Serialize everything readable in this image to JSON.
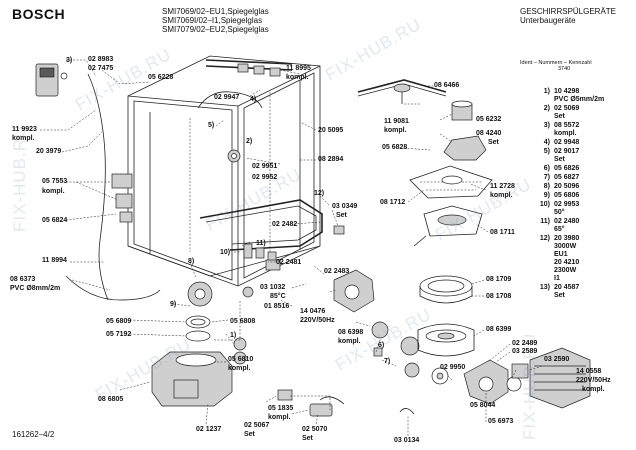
{
  "header": {
    "brand": "BOSCH",
    "models": [
      "SMI7069/02–EU1,Spiegelglas",
      "SMI7069I/02–I1,Spiegelglas",
      "SMI7079/02–EU2,Spiegelglas"
    ],
    "category": "GESCHIRRSPÜLGERÄTE",
    "subcategory": "Unterbaugeräte",
    "ident_label": "Ident – Nummern – Kennzahl",
    "ident_code": "3740"
  },
  "footer": {
    "doc_number": "161262–4/2"
  },
  "watermark": "FIX-HUB.RU",
  "callouts": {
    "c3": "3)",
    "c029893": "02 8983",
    "c027475": "02 7475",
    "c056228": "05 6228",
    "c118995": "11 8995",
    "c118995k": "kompl.",
    "c029947": "02 9947",
    "c4": "4)",
    "c5": "5)",
    "c119923": "11 9923",
    "c119923k": "kompl.",
    "c205095": "20 5095",
    "c2": "2)",
    "c203979": "20 3979",
    "c029951": "02 9951",
    "c029952": "02 9952",
    "c082894": "08 2894",
    "c057553": "05 7553",
    "c057553k": "kompl.",
    "c12": "12)",
    "c030349": "03 0349",
    "c030349s": "Set",
    "c056824": "05 6824",
    "c022482": "02 2482",
    "c11": "11)",
    "c10": "10)",
    "c118994": "11 8994",
    "c022481": "02 2481",
    "c022483": "02 2483",
    "c8": "8)",
    "c031032": "03 1032",
    "c85c": "85°C",
    "c018516": "01 8516",
    "c086373": "08 6373",
    "c086373p": "PVC Ø8mm/2m",
    "c9": "9)",
    "c140476": "14 0476",
    "c220v": "220V/50Hz",
    "c056809": "05 6809",
    "c056808": "05 6808",
    "c057192": "05 7192",
    "c1a": "1)",
    "c086398": "08 6398",
    "c086398k": "kompl.",
    "c6": "6)",
    "c056810": "05 6810",
    "c056810k": "kompl.",
    "c7": "7)",
    "c086805": "08 6805",
    "c051835": "05 1835",
    "c051835k": "kompl.",
    "c025067": "02 5067",
    "c025067s": "Set",
    "c025070": "02 5070",
    "c025070s": "Set",
    "c021237": "02 1237",
    "c030134": "03 0134",
    "c119081": "11 9081",
    "c119081k": "kompl.",
    "c086466": "08 6466",
    "c056232": "05 6232",
    "c084240": "08 4240",
    "c084240s": "Set",
    "c056828": "05 6828",
    "c112728": "11 2728",
    "c112728k": "kompl.",
    "c081712": "08 1712",
    "c081711": "08 1711",
    "c081709": "08 1709",
    "c081708": "08 1708",
    "c086399": "08 6399",
    "c022489": "02 2489",
    "c032589": "03 2589",
    "c032590": "03 2590",
    "c029950": "02 9950",
    "c058044": "05 8044",
    "c140558": "14 0558",
    "c220v2": "220V/50Hz",
    "c140558k": "kompl.",
    "c056973": "05 6973"
  },
  "parts_list": [
    {
      "num": "1)",
      "lines": [
        "10 4298",
        "PVC Ø5mm/2m"
      ]
    },
    {
      "num": "2)",
      "lines": [
        "02 5069",
        "Set"
      ]
    },
    {
      "num": "3)",
      "lines": [
        "08 5572",
        "kompl."
      ]
    },
    {
      "num": "4)",
      "lines": [
        "02 9948"
      ]
    },
    {
      "num": "5)",
      "lines": [
        "02 9017",
        "Set"
      ]
    },
    {
      "num": "6)",
      "lines": [
        "05 6826"
      ]
    },
    {
      "num": "7)",
      "lines": [
        "05 6827"
      ]
    },
    {
      "num": "8)",
      "lines": [
        "20 5096"
      ]
    },
    {
      "num": "9)",
      "lines": [
        "05 6806"
      ]
    },
    {
      "num": "10)",
      "lines": [
        "02 9953",
        "50°"
      ]
    },
    {
      "num": "11)",
      "lines": [
        "02 2480",
        "65°"
      ]
    },
    {
      "num": "12)",
      "lines": [
        "20 3980",
        "3000W",
        "EU1",
        "20 4210",
        "2300W",
        "I1"
      ]
    },
    {
      "num": "13)",
      "lines": [
        "20 4587",
        "Set"
      ]
    }
  ]
}
